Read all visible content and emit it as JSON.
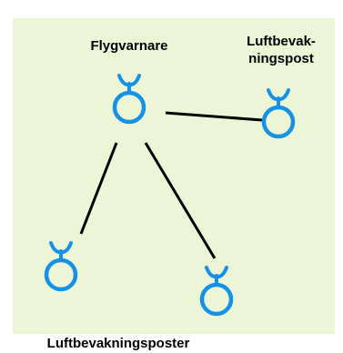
{
  "colors": {
    "panel_background": "#ecf5d6",
    "symbol": "#1592e6",
    "link": "#000000"
  },
  "nodes": {
    "flygvarnare": {
      "label": "Flygvarnare",
      "icon": "lufttecken-icon"
    },
    "luftbevakningspost": {
      "label_line1": "Luftbevak-",
      "label_line2": "ningspost",
      "icon": "lufttecken-icon"
    },
    "luftbevakningsposter_left": {
      "icon": "lufttecken-icon"
    },
    "luftbevakningsposter_right": {
      "icon": "lufttecken-icon"
    }
  },
  "bottom_label": "Luftbevakningsposter"
}
